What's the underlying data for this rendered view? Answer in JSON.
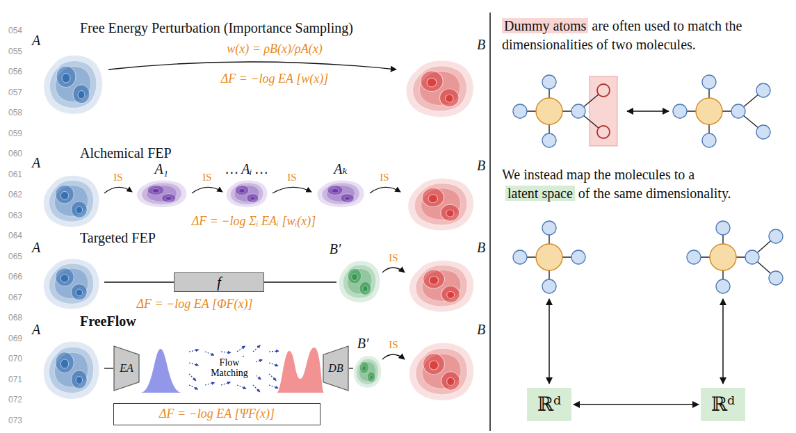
{
  "diagram": {
    "nodes": [
      {
        "text": [
          "f"
        ]
      },
      {
        "text": [
          "EA"
        ]
      },
      {
        "text": [
          "Flow Matching"
        ]
      },
      {
        "text": [
          "DB"
        ]
      },
      {
        "text": [
          "ΔF = −log EA [ΨF(x)]"
        ]
      },
      {
        "text": [
          "ℝᵈ"
        ]
      },
      {
        "text": [
          "ℝᵈ"
        ]
      }
    ],
    "edges": [
      {
        "from": 5,
        "to": 6,
        "arrow": "both"
      }
    ],
    "labels": [
      "054",
      "055",
      "056",
      "057",
      "058",
      "059",
      "060",
      "061",
      "062",
      "063",
      "064",
      "065",
      "066",
      "067",
      "068",
      "069",
      "070",
      "071",
      "072",
      "073",
      "Free Energy Perturbation (Importance Sampling)",
      "A",
      "w(x) = ρB(x)/ρA(x)",
      "ΔF = −log EA [w(x)]",
      "B",
      "Alchemical FEP",
      "A",
      "IS",
      "A₁",
      "IS",
      "… Aᵢ …",
      "IS",
      "Aₖ",
      "IS",
      "B",
      "ΔF = −log Σᵢ EAᵢ [wᵢ(x)]",
      "Targeted FEP",
      "A",
      "B′",
      "IS",
      "B",
      "ΔF = −log EA [ΦF(x)]",
      "FreeFlow",
      "A",
      "B′",
      "IS",
      "B",
      "Dummy atoms",
      "are often used to match the dimensionalities of two molecules.",
      "We instead map the molecules to a",
      "latent space",
      "of the same dimensionality."
    ]
  }
}
